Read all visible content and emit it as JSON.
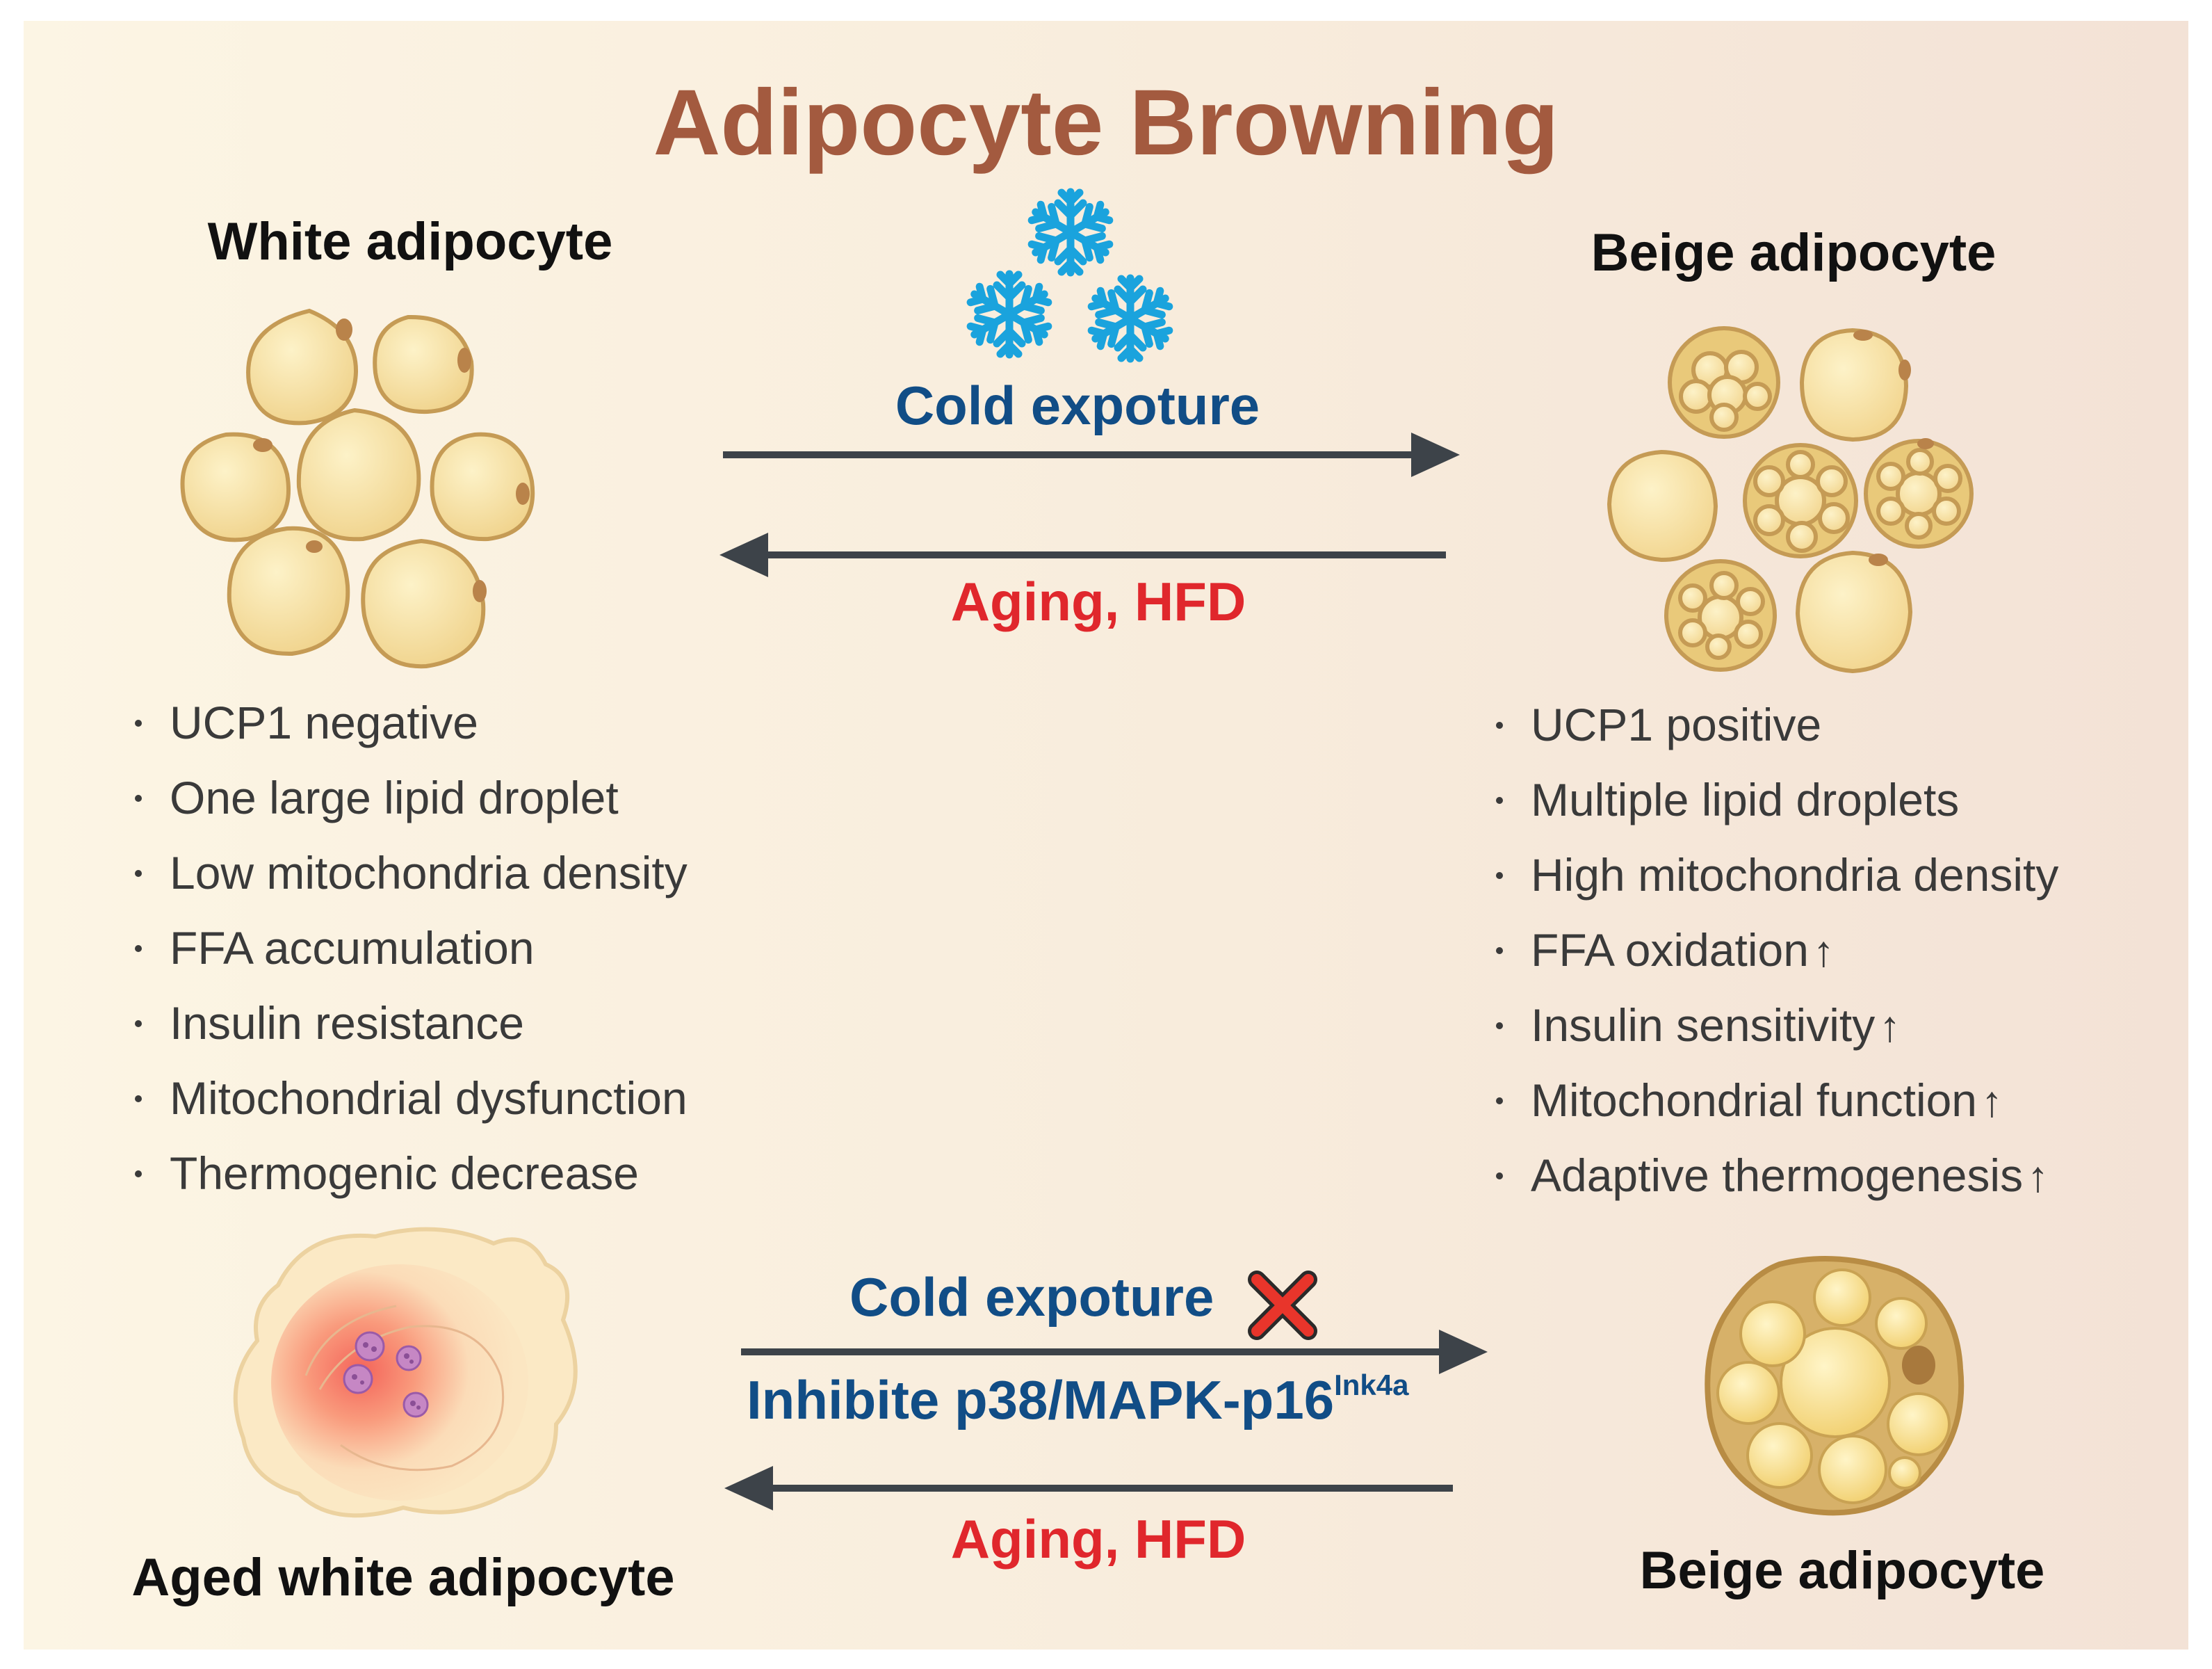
{
  "title": "Adipocyte Browning",
  "white_adipocyte": {
    "title": "White adipocyte",
    "features": [
      "UCP1 negative",
      "One large lipid droplet",
      "Low mitochondria density",
      "FFA accumulation",
      "Insulin resistance",
      "Mitochondrial dysfunction",
      "Thermogenic decrease"
    ]
  },
  "beige_adipocyte": {
    "title": "Beige adipocyte",
    "features": [
      {
        "text": "UCP1 positive",
        "up": ""
      },
      {
        "text": "Multiple lipid droplets",
        "up": ""
      },
      {
        "text": "High mitochondria density",
        "up": ""
      },
      {
        "text": "FFA oxidation",
        "up": "↑"
      },
      {
        "text": "Insulin sensitivity",
        "up": "↑"
      },
      {
        "text": "Mitochondrial function",
        "up": "↑"
      },
      {
        "text": "Adaptive thermogenesis",
        "up": "↑"
      }
    ]
  },
  "top_transition": {
    "forward_label": "Cold expoture",
    "reverse_label": "Aging, HFD",
    "icon": "snowflake-icon"
  },
  "bottom_transition": {
    "forward_label": "Cold expoture",
    "blocked_icon": "cross-icon",
    "inhibit_label": "Inhibite p38/MAPK-p16",
    "inhibit_superscript": "Ink4a",
    "reverse_label": "Aging, HFD"
  },
  "aged_white_adipocyte": {
    "title": "Aged white adipocyte"
  },
  "beige_adipocyte_bottom": {
    "title": "Beige adipocyte"
  },
  "colors": {
    "title": "#a35a3f",
    "blue_label": "#114d86",
    "red_label": "#e0272c",
    "snowflake": "#1aa3dd",
    "arrow": "#3d4349",
    "cell_fill": "#f8e6a8",
    "cell_border": "#c8a15d",
    "cross": "#e8352b"
  }
}
